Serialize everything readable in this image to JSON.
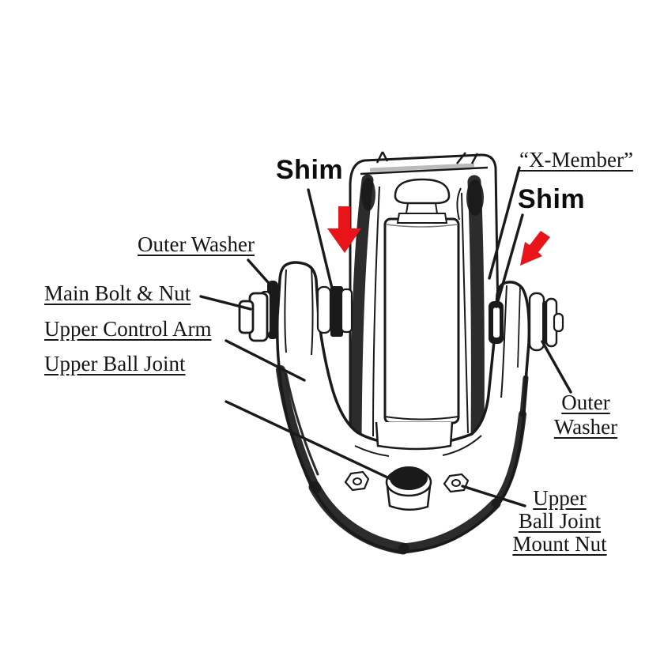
{
  "colors": {
    "background": "#ffffff",
    "ink": "#1a1a1a",
    "arrow_red": "#e8141a"
  },
  "labels": {
    "shim_left": "Shim",
    "x_member": "“X-Member”",
    "shim_right": "Shim",
    "outer_washer_left": "Outer Washer",
    "main_bolt_nut": "Main Bolt & Nut",
    "upper_control_arm": "Upper Control Arm",
    "upper_ball_joint": "Upper Ball Joint",
    "outer_washer_right_line1": "Outer",
    "outer_washer_right_line2": "Washer",
    "mount_nut_line1": "Upper",
    "mount_nut_line2": "Ball Joint",
    "mount_nut_line3": "Mount Nut"
  }
}
